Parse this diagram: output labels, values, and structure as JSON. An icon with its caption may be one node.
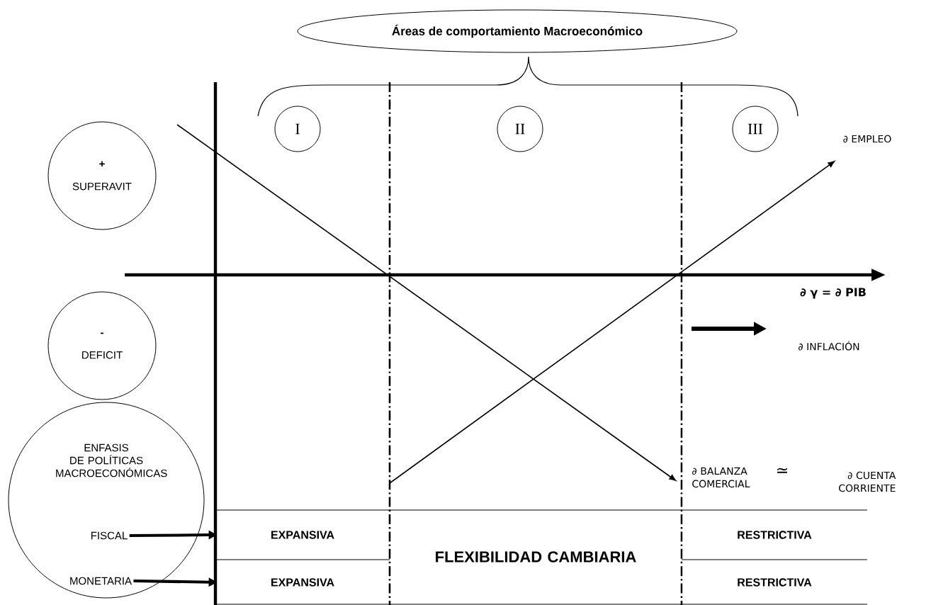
{
  "diagram": {
    "nodes": [
      {
        "text": [
          "Áreas de comportamiento Macroeconómico"
        ]
      },
      {
        "text": [
          "I"
        ]
      },
      {
        "text": [
          "II"
        ]
      },
      {
        "text": [
          "III"
        ]
      },
      {
        "text": [
          "+",
          "SUPERAVIT"
        ]
      },
      {
        "text": [
          "-",
          "DEFICIT"
        ]
      },
      {
        "text": [
          "ENFASIS DE POLÍTICAS MACROECONÓMICAS"
        ]
      },
      {
        "text": [
          "FISCAL"
        ],
        "in": 6
      },
      {
        "text": [
          "MONETARIA"
        ],
        "in": 6
      },
      {
        "text": [
          "EXPANSIVA"
        ]
      },
      {
        "text": [
          "EXPANSIVA"
        ]
      },
      {
        "text": [
          "FLEXIBILIDAD CAMBIARIA"
        ]
      },
      {
        "text": [
          "RESTRICTIVA"
        ]
      },
      {
        "text": [
          "RESTRICTIVA"
        ]
      }
    ],
    "edges": [
      {
        "from": 7,
        "to": 9,
        "arrow": "to"
      },
      {
        "from": 8,
        "to": 10,
        "arrow": "to"
      }
    ],
    "labels": [
      "∂ EMPLEO",
      "∂ γ = ∂ PIB",
      "∂ INFLACIÓN",
      "∂ BALANZA COMERCIAL",
      "≃",
      "∂ CUENTA CORRIENTE"
    ]
  }
}
